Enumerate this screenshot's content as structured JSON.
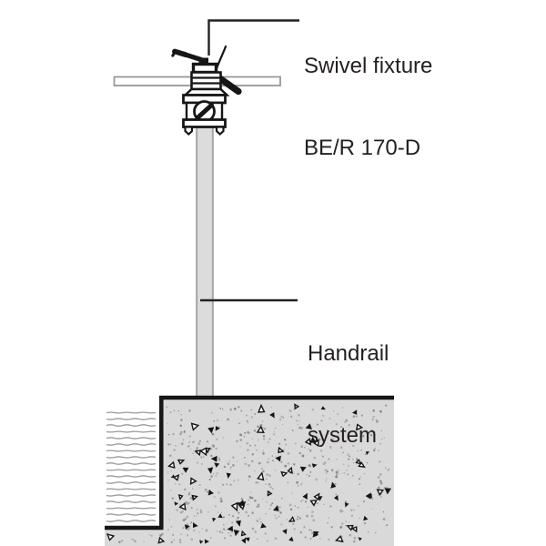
{
  "diagram": {
    "labels": {
      "fixture": {
        "line1": "Swivel fixture",
        "line2": "BE/R 170-D"
      },
      "handrail": {
        "line1": "Handrail",
        "line2": "system"
      }
    },
    "components": [
      "swivel-fixture",
      "top-rail",
      "handrail-post",
      "concrete-foundation",
      "water-surface"
    ],
    "colors": {
      "ink": "#1a1a1a",
      "text": "#231f20",
      "concrete_fill": "#d9d9d9",
      "post_fill": "#dcdcdc",
      "metal_gray": "#989898",
      "background": "#ffffff"
    }
  }
}
